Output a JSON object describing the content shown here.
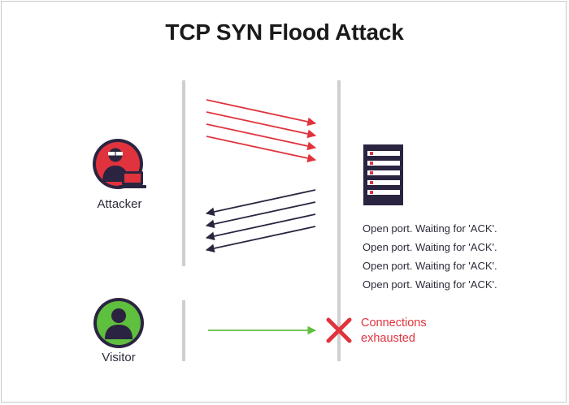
{
  "title": "TCP SYN Flood Attack",
  "actors": {
    "attacker": {
      "label": "Attacker",
      "icon": "attacker-icon"
    },
    "visitor": {
      "label": "Visitor",
      "icon": "visitor-icon"
    },
    "server": {
      "icon": "server-icon"
    }
  },
  "status_lines": [
    "Open port. Waiting for 'ACK'.",
    "Open port. Waiting for 'ACK'.",
    "Open port. Waiting for 'ACK'.",
    "Open port. Waiting for 'ACK'."
  ],
  "result": {
    "line1": "Connections",
    "line2": "exhausted",
    "icon": "fail-x-icon"
  },
  "colors": {
    "syn_arrow": "#e0333d",
    "synack_arrow": "#2b2440",
    "visitor_arrow": "#5fbf3f",
    "attacker_circle": "#e0333d",
    "visitor_circle": "#5fbf3f",
    "lifeline": "#cfcfcf",
    "server": "#2b2440"
  }
}
